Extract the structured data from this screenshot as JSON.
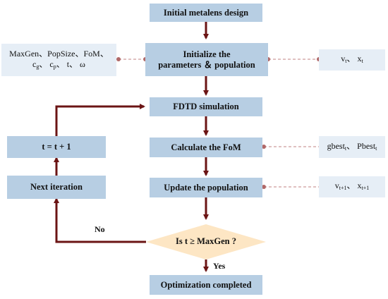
{
  "colors": {
    "main_box": "#b7cee3",
    "side_box": "#e6eef6",
    "decision": "#fde6c4",
    "arrow": "#6b1414",
    "dashed_connector": "#c08080",
    "connector_dot": "#b06868"
  },
  "nodes": {
    "initial_design": "Initial metalens design",
    "initialize_line1": "Initialize the",
    "initialize_line2": "parameters ＆ population",
    "fdtd": "FDTD simulation",
    "calc_fom": "Calculate the FoM",
    "update_pop": "Update the population",
    "decision": "Is t ≥ MaxGen ?",
    "completed": "Optimization completed",
    "increment": "t = t + 1",
    "next_iteration": "Next iteration"
  },
  "side_notes": {
    "params_line1": "MaxGen、PopSize、FoM、",
    "params_c": "c",
    "params_g": "g",
    "params_sep1": "、 c",
    "params_p": "p",
    "params_rest": "、 t、 ω",
    "vx_v": "v",
    "vx_t1": "t",
    "vx_sep": "、 x",
    "vx_t2": "t",
    "gbest": "gbest",
    "gbest_sub": "t",
    "gbest_sep": "、 Pbest",
    "pbest_sub": "t",
    "vx_next_v": "v",
    "vx_next_sub1": "t+1",
    "vx_next_sep": "、 x",
    "vx_next_sub2": "t+1"
  },
  "edge_labels": {
    "no": "No",
    "yes": "Yes"
  }
}
